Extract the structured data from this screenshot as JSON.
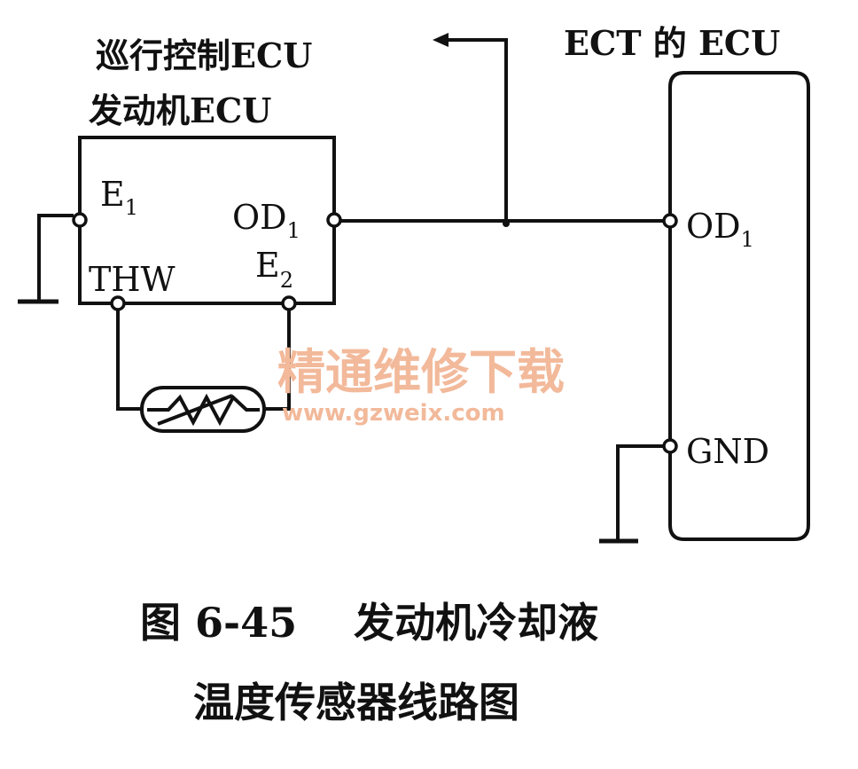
{
  "labels": {
    "cruise_ecu": "巡行控制ECU",
    "engine_ecu": "发动机ECU",
    "ect_ecu": "ECT 的 ECU",
    "e1_main": "E",
    "e1_sub": "1",
    "od1_left_main": "OD",
    "od1_left_sub": "1",
    "thw": "THW",
    "e2_main": "E",
    "e2_sub": "2",
    "od1_right_main": "OD",
    "od1_right_sub": "1",
    "gnd": "GND"
  },
  "watermark": {
    "text": "精通维修下载",
    "url": "www.gzweix.com",
    "color": "#f2b99a"
  },
  "caption": {
    "line1": "图 6-45    发动机冷却液",
    "line2": "温度传感器线路图"
  },
  "colors": {
    "ink": "#111111",
    "background": "#ffffff"
  }
}
